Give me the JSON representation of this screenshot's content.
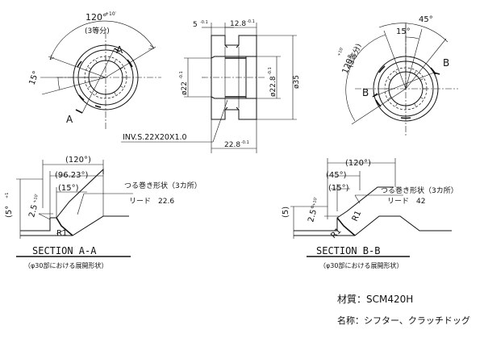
{
  "view1": {
    "angle_120": "120°",
    "angle_120_tol": "+10′",
    "three_div": "(3等分)",
    "section_a_top": "A",
    "section_a_bottom": "A",
    "angle_15": "15°"
  },
  "view2": {
    "dim_5": "5",
    "dim_5_tol": "-0.1",
    "dim_12_8": "12.8",
    "dim_12_8_tol": "-0.1",
    "dim_phi22_left": "ø22",
    "dim_phi22_left_tol": "-0.1",
    "dim_phi22_right": "ø22.8",
    "dim_phi22_right_tol": "-0.1",
    "dim_phi35": "ø35",
    "inv_spec": "INV.S.22X20X1.0",
    "dim_22_8": "22.8",
    "dim_22_8_tol": "-0.1"
  },
  "view3": {
    "angle_120": "120°",
    "angle_120_tol": "+10′",
    "three_div": "(3等分)",
    "angle_45": "45°",
    "angle_15": "15°",
    "section_b_right": "B",
    "section_b_left": "B"
  },
  "section_aa": {
    "dim_120": "(120°)",
    "dim_96_23": "(96.23°)",
    "dim_15": "(15°)",
    "dim_5": "(5°",
    "dim_5_tol": "+1",
    "dim_2_5": "2.5",
    "dim_2_5_tol": "+10′",
    "r1": "R1",
    "note_helix": "つる巻き形状（3カ所）",
    "note_lead": "リード　22.6",
    "title": "SECTION  A-A",
    "subtitle": "（φ30部における展開形状）"
  },
  "section_bb": {
    "dim_120": "(120°)",
    "dim_45": "(45°)",
    "dim_15": "(15°)",
    "dim_5": "(5)",
    "dim_2_5": "2.5°",
    "dim_2_5_tol": "+10′",
    "r1_a": "R1",
    "r1_b": "R1",
    "note_helix": "つる巻き形状（3カ所）",
    "note_lead": "リード　42",
    "title": "SECTION  B-B",
    "subtitle": "（φ30部における展開形状）"
  },
  "titleblock": {
    "material": "材質：SCM420H",
    "name": "名称：シフター、クラッチドッグ"
  }
}
